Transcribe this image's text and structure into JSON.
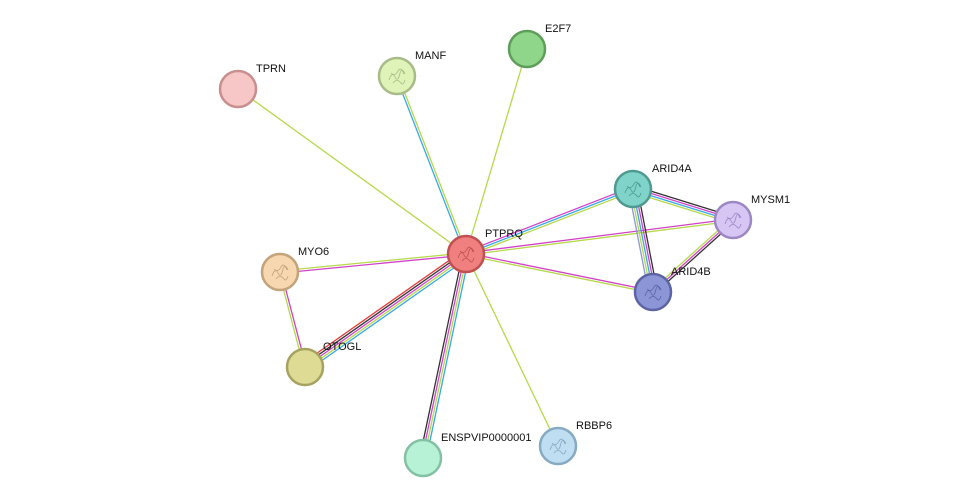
{
  "network": {
    "center": "PTPRQ",
    "nodes": [
      {
        "id": "PTPRQ",
        "label": "PTPRQ",
        "fill": "#f08080",
        "stroke": "#c05050",
        "structure": true
      },
      {
        "id": "E2F7",
        "label": "E2F7",
        "fill": "#8fd68a",
        "stroke": "#5e9e5a",
        "structure": false
      },
      {
        "id": "MANF",
        "label": "MANF",
        "fill": "#dff2b8",
        "stroke": "#a8bc88",
        "structure": true
      },
      {
        "id": "TPRN",
        "label": "TPRN",
        "fill": "#f7c6c6",
        "stroke": "#c98e8e",
        "structure": false
      },
      {
        "id": "ARID4A",
        "label": "ARID4A",
        "fill": "#7fd3c8",
        "stroke": "#4f9a90",
        "structure": true
      },
      {
        "id": "MYSM1",
        "label": "MYSM1",
        "fill": "#d7c6f4",
        "stroke": "#9c88c4",
        "structure": true
      },
      {
        "id": "ARID4B",
        "label": "ARID4B",
        "fill": "#8c96d6",
        "stroke": "#5c64a4",
        "structure": true
      },
      {
        "id": "MYO6",
        "label": "MYO6",
        "fill": "#f7d7b0",
        "stroke": "#c4a27a",
        "structure": true
      },
      {
        "id": "OTOGL",
        "label": "OTOGL",
        "fill": "#dedb94",
        "stroke": "#a6a260",
        "structure": false
      },
      {
        "id": "ENSPVIP",
        "label": "ENSPVIP0000001",
        "fill": "#b8f2d6",
        "stroke": "#84c0a4",
        "structure": false
      },
      {
        "id": "RBBP6",
        "label": "RBBP6",
        "fill": "#c0def2",
        "stroke": "#86aac2",
        "structure": true
      }
    ],
    "edges": [
      {
        "source": "PTPRQ",
        "target": "E2F7",
        "colors": [
          "#b5d94a"
        ]
      },
      {
        "source": "PTPRQ",
        "target": "MANF",
        "colors": [
          "#3aa7e8",
          "#b5d94a"
        ]
      },
      {
        "source": "PTPRQ",
        "target": "TPRN",
        "colors": [
          "#b5d94a"
        ]
      },
      {
        "source": "PTPRQ",
        "target": "ARID4A",
        "colors": [
          "#d042c8",
          "#3aa7e8",
          "#b5d94a"
        ]
      },
      {
        "source": "PTPRQ",
        "target": "MYSM1",
        "colors": [
          "#d042c8",
          "#b5d94a"
        ]
      },
      {
        "source": "PTPRQ",
        "target": "ARID4B",
        "colors": [
          "#d042c8",
          "#b5d94a"
        ]
      },
      {
        "source": "PTPRQ",
        "target": "MYO6",
        "colors": [
          "#d042c8",
          "#b5d94a"
        ]
      },
      {
        "source": "PTPRQ",
        "target": "OTOGL",
        "colors": [
          "#3aa7e8",
          "#b5d94a",
          "#d042c8",
          "#333333",
          "#e83a3a"
        ]
      },
      {
        "source": "PTPRQ",
        "target": "ENSPVIP",
        "colors": [
          "#3aa7e8",
          "#b5d94a",
          "#d042c8",
          "#333333"
        ]
      },
      {
        "source": "PTPRQ",
        "target": "RBBP6",
        "colors": [
          "#b5d94a"
        ]
      },
      {
        "source": "MYO6",
        "target": "OTOGL",
        "colors": [
          "#d042c8",
          "#b5d94a"
        ]
      },
      {
        "source": "ARID4A",
        "target": "MYSM1",
        "colors": [
          "#333333",
          "#d042c8",
          "#3aa7e8",
          "#b5d94a"
        ]
      },
      {
        "source": "ARID4A",
        "target": "ARID4B",
        "colors": [
          "#333333",
          "#d042c8",
          "#3aa7e8",
          "#b5d94a",
          "#8c96d6"
        ]
      },
      {
        "source": "MYSM1",
        "target": "ARID4B",
        "colors": [
          "#333333",
          "#d042c8",
          "#b5d94a"
        ]
      }
    ]
  }
}
